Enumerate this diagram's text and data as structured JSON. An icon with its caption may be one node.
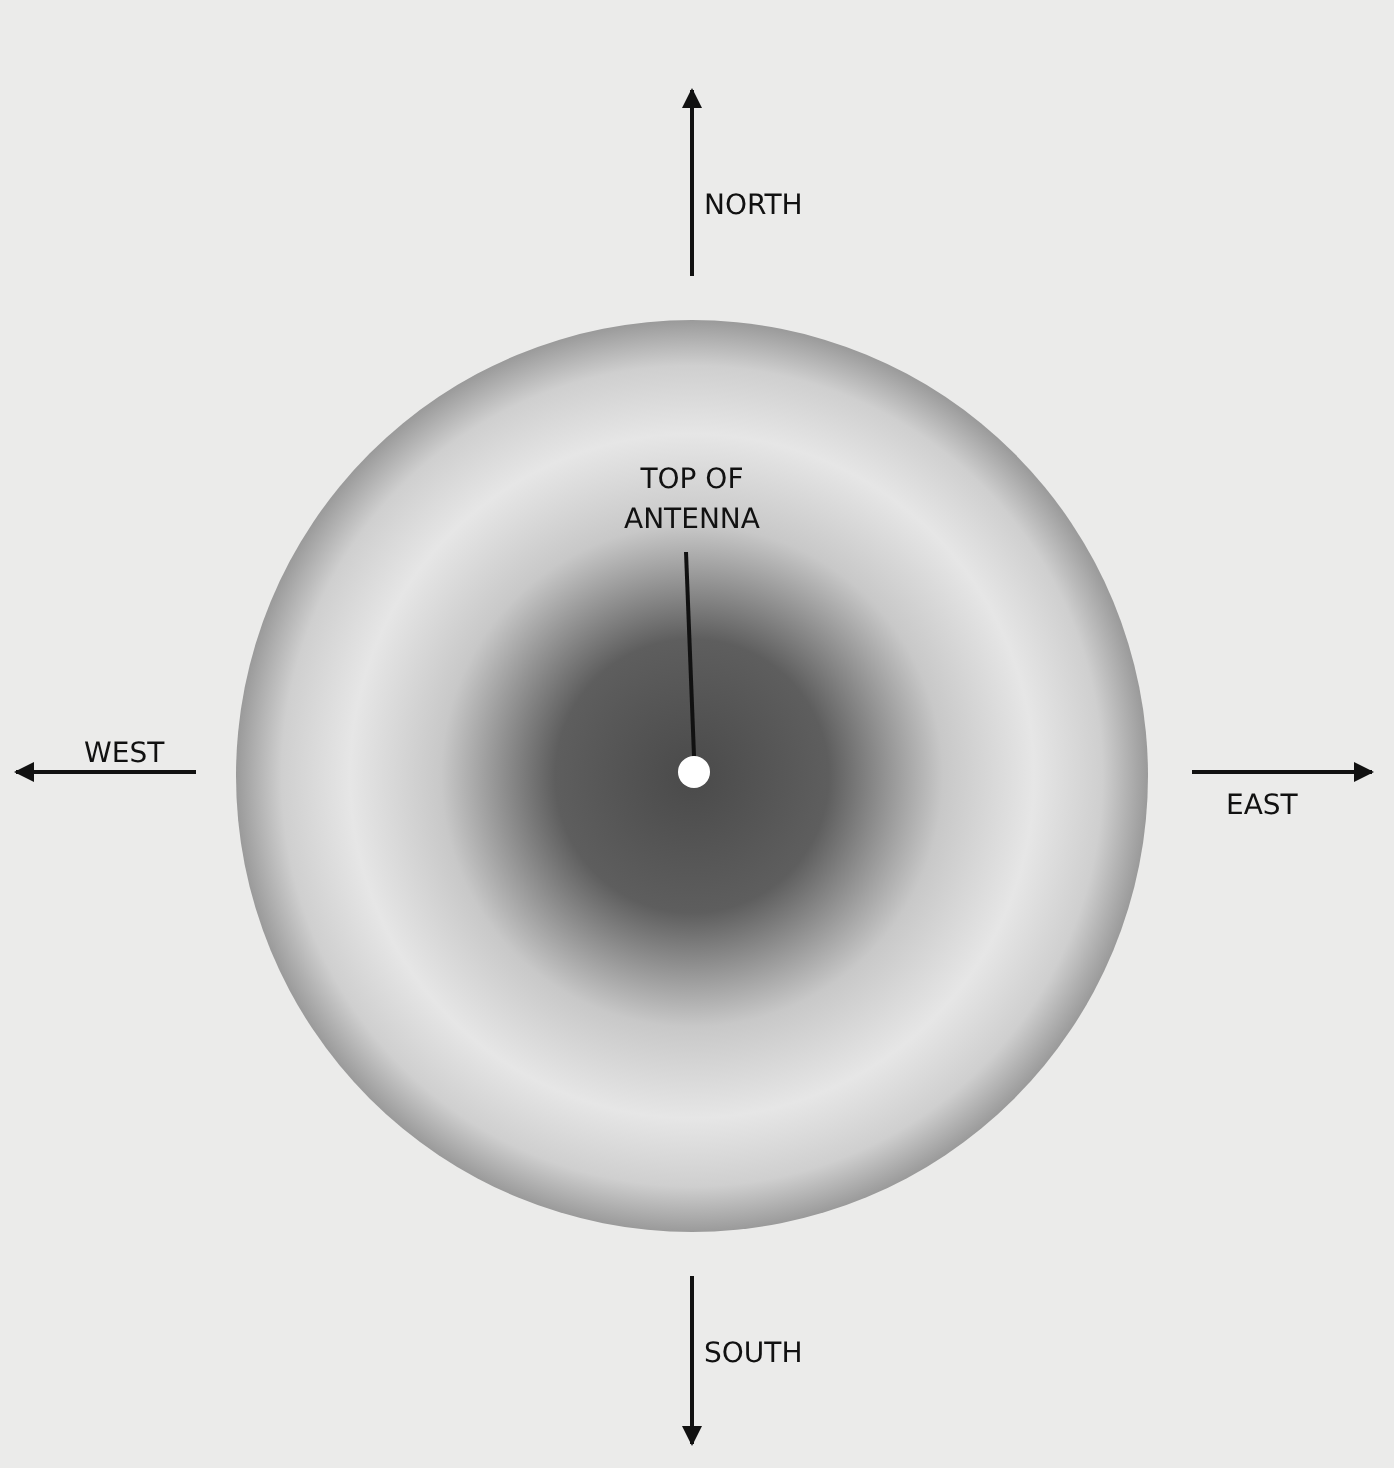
{
  "diagram": {
    "nodes": [
      {
        "text": [
          "TOP OF ANTENNA"
        ]
      },
      {
        "text": [],
        "shape": "circle"
      }
    ],
    "edges": [
      {
        "from": 0,
        "to": 1,
        "arrow": "none"
      }
    ],
    "labels": [
      "NORTH",
      "WEST",
      "EAST",
      "SOUTH"
    ]
  }
}
